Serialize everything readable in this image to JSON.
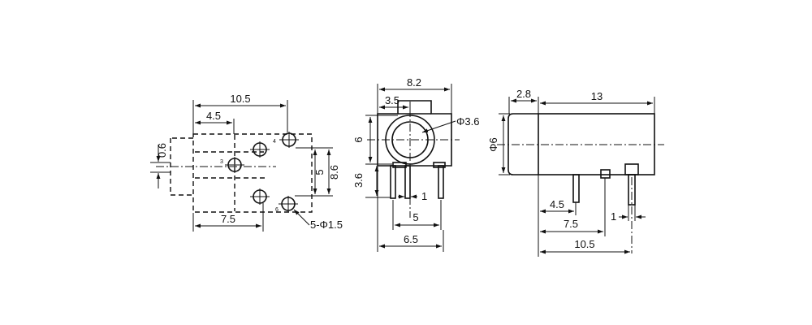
{
  "colors": {
    "ink": "#111111",
    "background": "#ffffff"
  },
  "bottom_view": {
    "dim_10_5": "10.5",
    "dim_4_5": "4.5",
    "dim_0_6": "0.6",
    "dim_5": "5",
    "dim_8_6": "8.6",
    "dim_7_5": "7.5",
    "hole_spec": "5-Φ1.5",
    "pins": [
      "4",
      "3",
      "6"
    ]
  },
  "front_view": {
    "dim_8_2": "8.2",
    "dim_3_5": "3.5",
    "dim_phi_3_6": "Φ3.6",
    "dim_6": "6",
    "dim_3_6": "3.6",
    "dim_1": "1",
    "dim_5": "5",
    "dim_6_5": "6.5"
  },
  "side_view": {
    "dim_2_8": "2.8",
    "dim_13": "13",
    "dim_phi_6": "Φ6",
    "dim_4_5": "4.5",
    "dim_7_5": "7.5",
    "dim_1": "1",
    "dim_10_5": "10.5"
  }
}
